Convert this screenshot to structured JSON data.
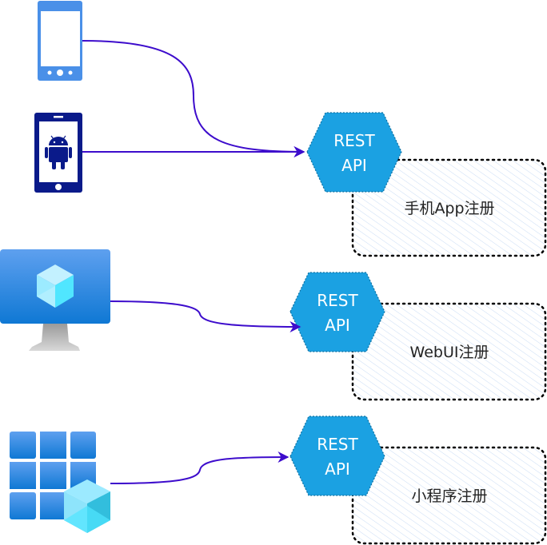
{
  "diagram": {
    "colors": {
      "connector": "#3d0ccc",
      "hexagon_fill": "#1ba1e2",
      "hexagon_text": "#ffffff",
      "box_hatch": "#dae8fc",
      "box_border": "#000000",
      "phone_light": "#4a90e8",
      "phone_dark": "#0a1a8a"
    },
    "sources": [
      {
        "name": "mobile-phone",
        "icon": "smartphone-icon"
      },
      {
        "name": "android-phone",
        "icon": "android-phone-icon"
      },
      {
        "name": "web-desktop",
        "icon": "monitor-with-cube-icon"
      },
      {
        "name": "mini-program",
        "icon": "app-grid-with-cube-icon"
      }
    ],
    "gateways": [
      {
        "line1": "REST",
        "line2": "API"
      },
      {
        "line1": "REST",
        "line2": "API"
      },
      {
        "line1": "REST",
        "line2": "API"
      }
    ],
    "targets": [
      {
        "label": "手机App注册"
      },
      {
        "label": "WebUI注册"
      },
      {
        "label": "小程序注册"
      }
    ]
  }
}
